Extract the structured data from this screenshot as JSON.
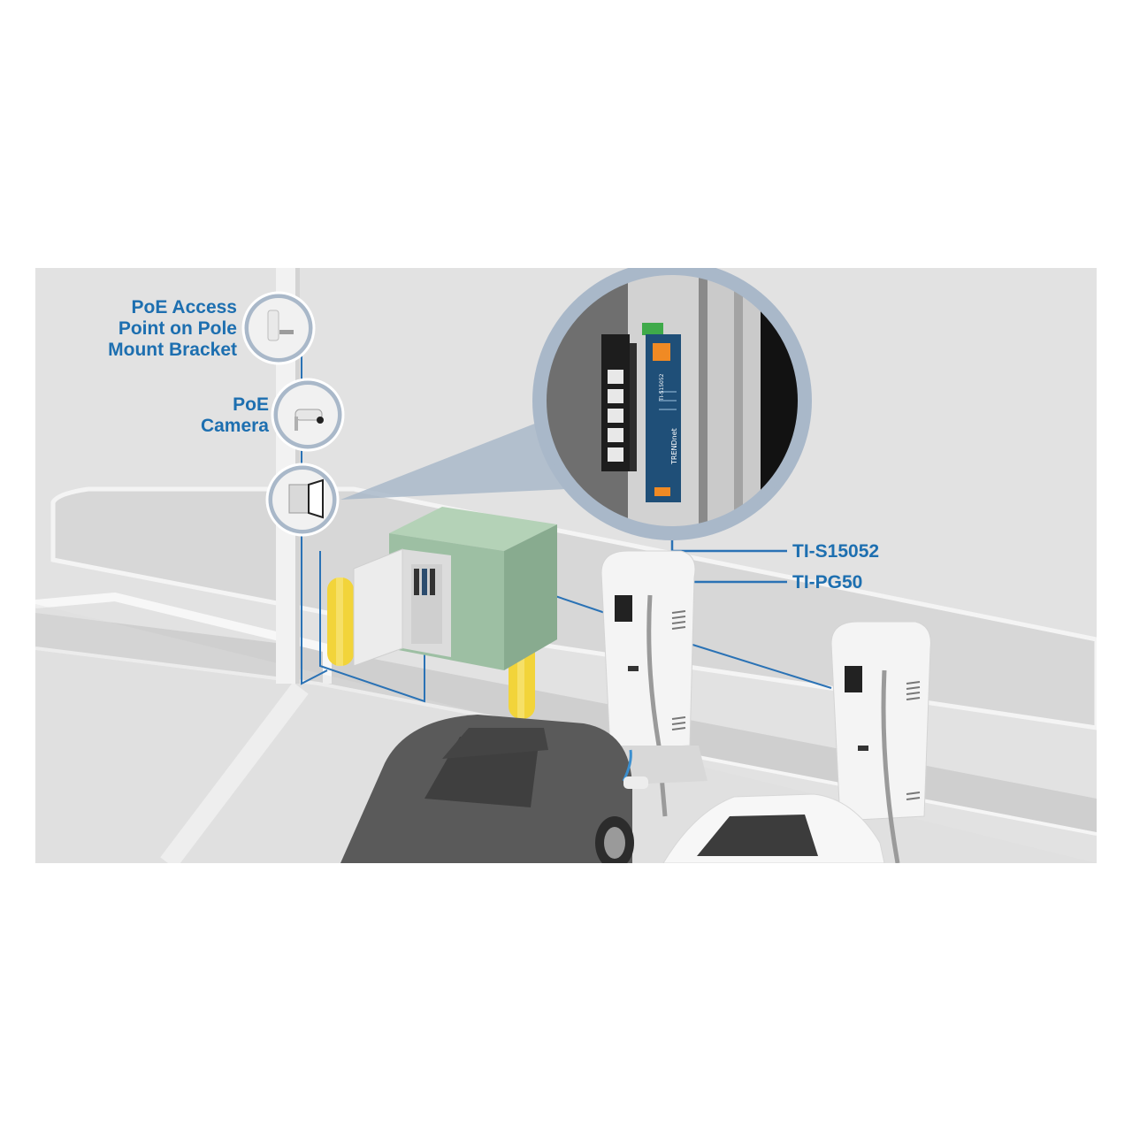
{
  "labels": {
    "access_point": [
      "PoE Access",
      "Point on Pole",
      "Mount Bracket"
    ],
    "camera": [
      "PoE",
      "Camera"
    ],
    "power_supply": "TI-S15052",
    "switch": "TI-PG50"
  },
  "device_markings": {
    "switch_brand": "TRENDnet",
    "psu_model": "TI-S15052"
  },
  "colors": {
    "callout_text": "#1d6fb0",
    "cable": "#2a72b5",
    "zoom_bubble": "#a9b8c9",
    "cabinet": "#9dbfa3",
    "bollard": "#f2d43a",
    "charger": "#f4f4f4",
    "car_dark": "#525252",
    "psu": "#1f4f78"
  }
}
